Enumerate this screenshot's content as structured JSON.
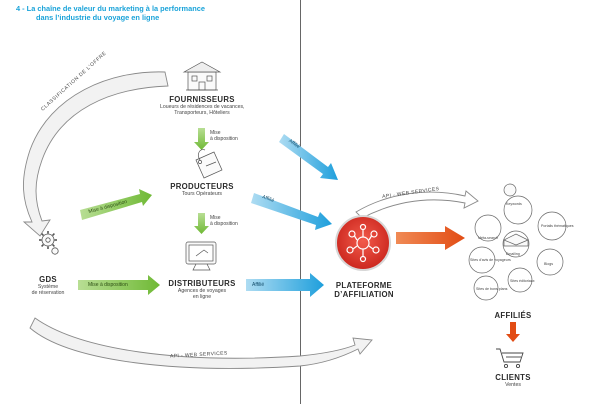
{
  "title": {
    "line1": "4 - La chaîne de valeur du marketing à la performance",
    "line2": "dans l’industrie du voyage en ligne"
  },
  "nodes": {
    "fournisseurs": {
      "title": "FOURNISSEURS",
      "desc1": "Loueurs de résidences de vacances,",
      "desc2": "Transporteurs, Hôteliers"
    },
    "producteurs": {
      "title": "PRODUCTEURS",
      "desc1": "Tours Opérateurs"
    },
    "distributeurs": {
      "title": "DISTRIBUTEURS",
      "desc1": "Agences de voyages",
      "desc2": "en ligne"
    },
    "gds": {
      "title": "GDS",
      "desc1": "Système",
      "desc2": "de réservation"
    },
    "plateforme": {
      "title1": "PLATEFORME",
      "title2": "D’AFFILIATION"
    },
    "affilies": {
      "title": "AFFILIÉS"
    },
    "clients": {
      "title": "CLIENTS",
      "desc1": "Ventes"
    }
  },
  "labels": {
    "mise1_line1": "Mise",
    "mise1_line2": "à disposition",
    "mise2_line1": "Mise",
    "mise2_line2": "à disposition",
    "arrow_mise_gds_prod": "Mise à disposition",
    "arrow_mise_gds_dist": "Mise à disposition",
    "affilie1": "Affilié",
    "affilie2": "Affilié",
    "affilie3": "Affilié",
    "classification": "CLASSIFICATION DE L’OFFRE",
    "api_top": "API - WEB SERVICES",
    "api_bottom": "API - WEB SERVICES"
  },
  "affiliate_types": [
    "Méta-search",
    "Keywords",
    "Portails thématiques",
    "Sites d’avis de voyageurs",
    "Emailing",
    "Blogs",
    "Sites de bons plans",
    "Sites éditoriaux"
  ],
  "colors": {
    "title": "#1aa3d9",
    "green": "#7dc142",
    "blue": "#2aa8df",
    "orange": "#e85a1e",
    "red": "#e23a2b",
    "gray": "#e3e3e3",
    "divider": "#555555"
  }
}
